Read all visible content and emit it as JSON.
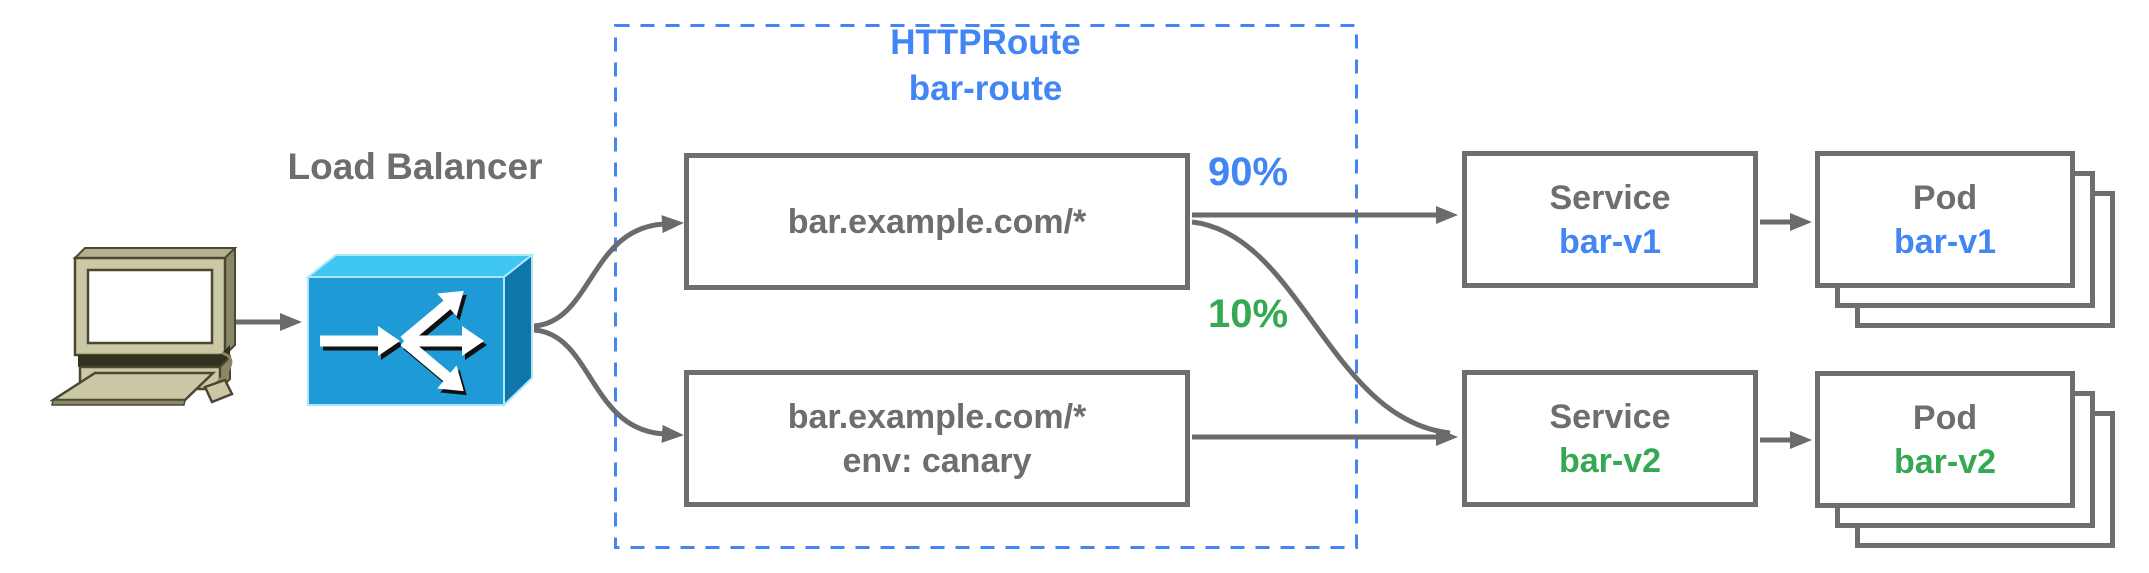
{
  "labels": {
    "load_balancer": "Load Balancer"
  },
  "httproute": {
    "kind": "HTTPRoute",
    "name": "bar-route",
    "rules": [
      {
        "match": "bar.example.com/*"
      },
      {
        "match": "bar.example.com/*",
        "header": "env: canary"
      }
    ]
  },
  "weights": [
    {
      "value": "90%",
      "color": "#4285F4"
    },
    {
      "value": "10%",
      "color": "#34A853"
    }
  ],
  "services": [
    {
      "kind": "Service",
      "name": "bar-v1",
      "color": "#4285F4"
    },
    {
      "kind": "Service",
      "name": "bar-v2",
      "color": "#34A853"
    }
  ],
  "pods": [
    {
      "kind": "Pod",
      "name": "bar-v1",
      "color": "#4285F4"
    },
    {
      "kind": "Pod",
      "name": "bar-v2",
      "color": "#34A853"
    }
  ],
  "icons": {
    "client": "desktop-computer-icon",
    "load_balancer": "load-balancer-icon"
  },
  "colors": {
    "accent_blue": "#4285F4",
    "accent_green": "#34A853",
    "text_gray": "#6E6E6E",
    "line_gray": "#6B6B6B",
    "dashed_border_blue": "#4285F4",
    "lb_front": "#1E9AD6",
    "lb_top": "#3FC6F3",
    "lb_side": "#0E76A8",
    "client_body": "#CBC8A6"
  }
}
